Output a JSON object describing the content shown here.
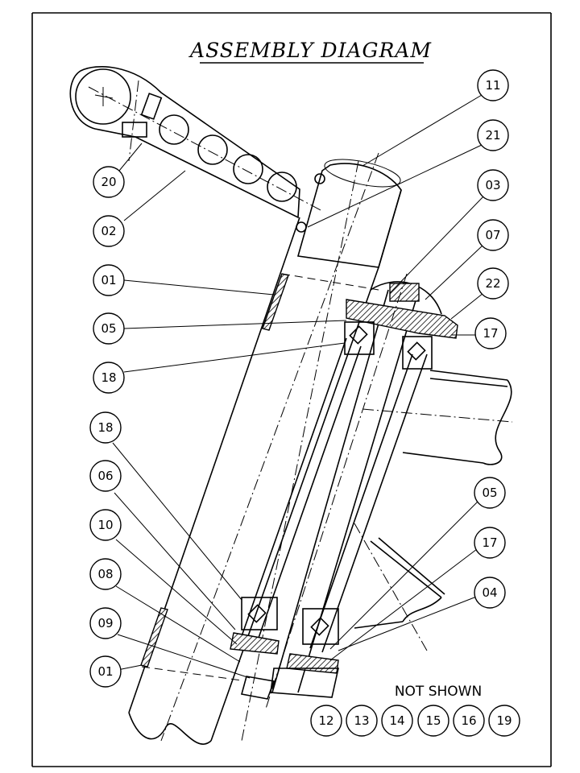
{
  "title": "ASSEMBLY DIAGRAM",
  "callouts": [
    {
      "id": "11"
    },
    {
      "id": "21"
    },
    {
      "id": "03"
    },
    {
      "id": "07"
    },
    {
      "id": "22"
    },
    {
      "id": "17"
    },
    {
      "id": "20"
    },
    {
      "id": "02"
    },
    {
      "id": "01"
    },
    {
      "id": "05"
    },
    {
      "id": "18"
    },
    {
      "id": "18"
    },
    {
      "id": "06"
    },
    {
      "id": "10"
    },
    {
      "id": "08"
    },
    {
      "id": "09"
    },
    {
      "id": "01"
    },
    {
      "id": "05"
    },
    {
      "id": "17"
    },
    {
      "id": "04"
    }
  ],
  "not_shown": {
    "label": "NOT SHOWN",
    "items": [
      "12",
      "13",
      "14",
      "15",
      "16",
      "19"
    ]
  },
  "colors": {
    "ink": "#000000",
    "paper": "#ffffff"
  }
}
